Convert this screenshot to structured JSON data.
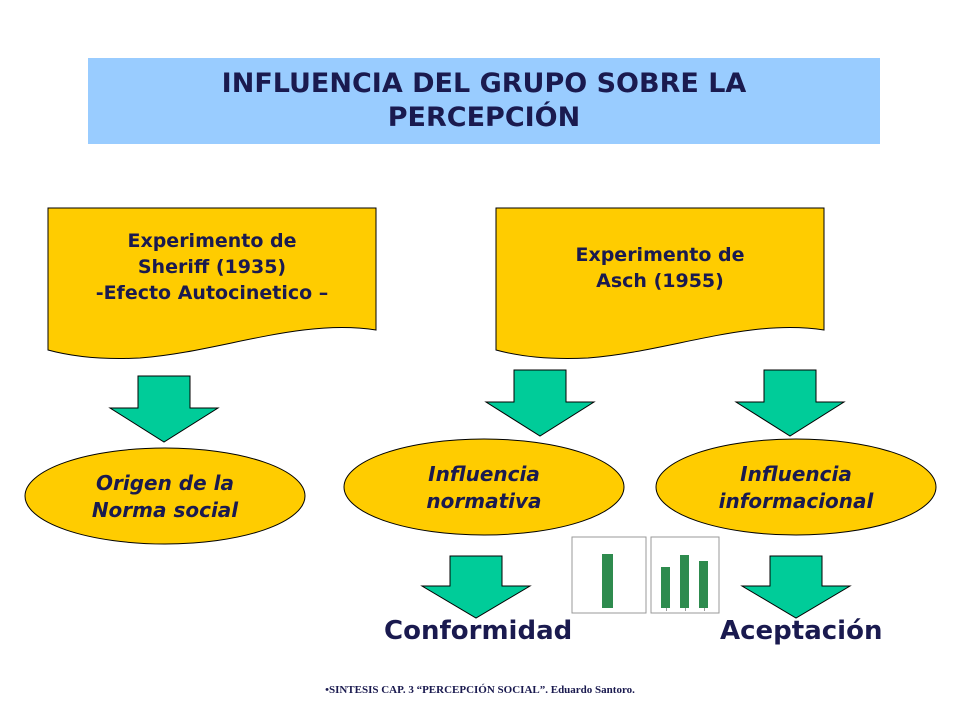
{
  "title": "INFLUENCIA DEL GRUPO SOBRE LA PERCEPCIÓN",
  "boxes": {
    "sheriff": "Experimento de\nSheriff (1935)\n-Efecto Autocinetico –",
    "asch": "Experimento de\nAsch (1955)"
  },
  "ellipses": {
    "origen": "Origen de la\nNorma social",
    "normativa": "Influencia\nnormativa",
    "informacional": "Influencia\ninformacional"
  },
  "results": {
    "conformidad": "Conformidad",
    "aceptacion": "Aceptación"
  },
  "footer": "•SINTESIS CAP. 3 “PERCEPCIÓN SOCIAL”. Eduardo Santoro.",
  "colors": {
    "banner": "#99ccff",
    "box_fill": "#ffcc00",
    "arrow_fill": "#00cc99",
    "bar_fill": "#2e8b4e",
    "text": "#1a1a4f"
  }
}
